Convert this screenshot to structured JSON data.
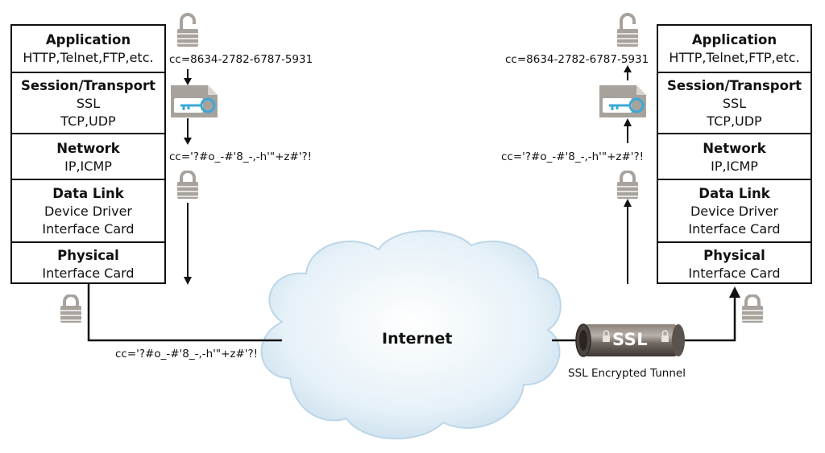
{
  "stacks": {
    "left": {
      "layers": [
        {
          "name": "Application",
          "detail": [
            "HTTP,Telnet,FTP,etc."
          ]
        },
        {
          "name": "Session/Transport",
          "detail": [
            "SSL",
            "TCP,UDP"
          ]
        },
        {
          "name": "Network",
          "detail": [
            "IP,ICMP"
          ]
        },
        {
          "name": "Data Link",
          "detail": [
            "Device Driver",
            "Interface Card"
          ]
        },
        {
          "name": "Physical",
          "detail": [
            "Interface Card"
          ]
        }
      ]
    },
    "right": {
      "layers": [
        {
          "name": "Application",
          "detail": [
            "HTTP,Telnet,FTP,etc."
          ]
        },
        {
          "name": "Session/Transport",
          "detail": [
            "SSL",
            "TCP,UDP"
          ]
        },
        {
          "name": "Network",
          "detail": [
            "IP,ICMP"
          ]
        },
        {
          "name": "Data Link",
          "detail": [
            "Device Driver",
            "Interface Card"
          ]
        },
        {
          "name": "Physical",
          "detail": [
            "Interface Card"
          ]
        }
      ]
    }
  },
  "messages": {
    "plaintext_left": "cc=8634-2782-6787-5931",
    "ciphertext_left": "cc='?#o_-#'8_-,-h'\"+z#'?!",
    "plaintext_right": "cc=8634-2782-6787-5931",
    "ciphertext_right": "cc='?#o_-#'8_-,-h'\"+z#'?!",
    "ciphertext_wire": "cc='?#o_-#'8_-,-h'\"+z#'?!"
  },
  "internet_label": "Internet",
  "tunnel": {
    "label": "SSL",
    "caption": "SSL Encrypted Tunnel"
  },
  "icons": [
    "padlock-open-icon",
    "key-card-icon",
    "padlock-closed-icon",
    "cloud-icon",
    "tunnel-pipe-icon"
  ],
  "colors": {
    "line": "#111111",
    "padlock": "#a8a29c",
    "key": "#3aa9d9",
    "cloud": "#d4e8f4",
    "tunnel": "#6e6560"
  }
}
